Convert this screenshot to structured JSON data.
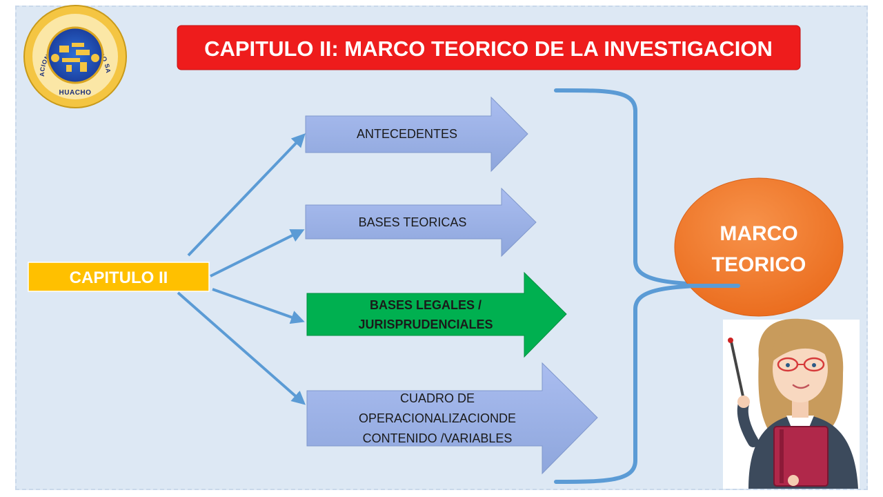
{
  "title": "CAPITULO II: MARCO TEORICO DE LA INVESTIGACION",
  "seal": {
    "ring_text": "UNIVERSIDAD NACIONAL JOSE FAUSTINO SANCHEZ CARRION",
    "bottom_text": "HUACHO"
  },
  "source_node": "CAPITULO II",
  "branches": [
    {
      "lines": [
        "ANTECEDENTES"
      ]
    },
    {
      "lines": [
        "BASES TEORICAS"
      ]
    },
    {
      "lines": [
        "BASES LEGALES /",
        "JURISPRUDENCIALES"
      ]
    },
    {
      "lines": [
        "CUADRO DE",
        "OPERACIONALIZACIONDE",
        "CONTENIDO /VARIABLES"
      ]
    }
  ],
  "target_node": {
    "lines": [
      "MARCO",
      "TEORICO"
    ]
  },
  "colors": {
    "title_bg": "#ee1c1c",
    "source_bg": "#ffc000",
    "branch_blue": "#9fb4e0",
    "branch_green": "#00b050",
    "connector": "#5b9bd5",
    "target_bg": "#f07828"
  },
  "icons": [
    "university-seal",
    "teacher-illustration"
  ]
}
